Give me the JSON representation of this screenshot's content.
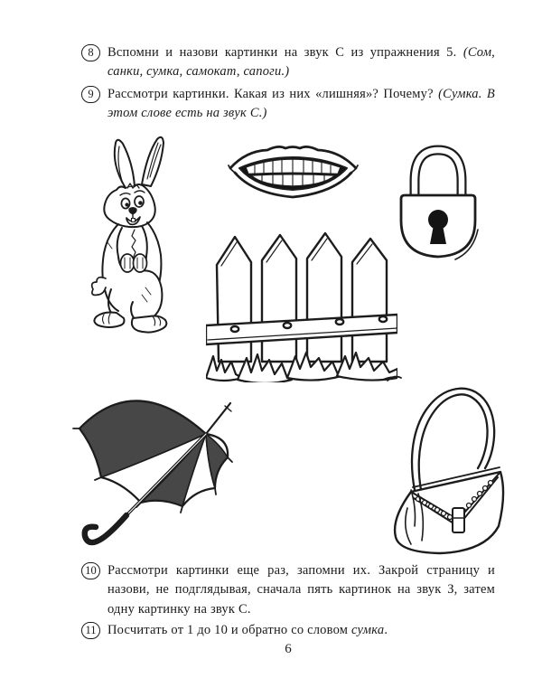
{
  "page": {
    "number": "6",
    "background": "#ffffff",
    "ink": "#1b1b1b"
  },
  "exercises": [
    {
      "num": "8",
      "text": "Вспомни и назови картинки на звук С из упражнения 5.",
      "answer": "(Сом, санки, сумка, самокат, сапоги.)",
      "suffix": ""
    },
    {
      "num": "9",
      "text": "Рассмотри картинки. Какая из них «лишняя»? Почему?",
      "answer": "(Сумка. В этом слове есть на звук С.)",
      "suffix": ""
    },
    {
      "num": "10",
      "text": "Рассмотри картинки еще раз, запомни их. Закрой страницу и назови, не подглядывая, сначала пять картинок на звук З, затем одну картинку на звук С.",
      "answer": "",
      "suffix": ""
    },
    {
      "num": "11",
      "text": "Посчитать от 1 до 10 и обратно со словом",
      "answer": "сумка",
      "suffix": "."
    }
  ],
  "pictures": [
    {
      "name": "hare"
    },
    {
      "name": "mouth with teeth"
    },
    {
      "name": "padlock"
    },
    {
      "name": "fence"
    },
    {
      "name": "umbrella"
    },
    {
      "name": "handbag"
    }
  ]
}
